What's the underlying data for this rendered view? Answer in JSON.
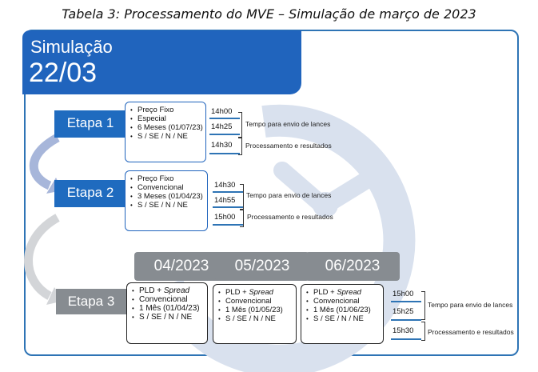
{
  "caption": "Tabela 3: Processamento do MVE – Simulação de março de 2023",
  "header": {
    "line1": "Simulação",
    "line2": "22/03"
  },
  "stages": [
    {
      "label": "Etapa 1",
      "items": [
        "Preço Fixo",
        "Especial",
        "6 Meses (01/07/23)",
        "S / SE / N / NE"
      ],
      "times": [
        "14h00",
        "14h25",
        "14h30"
      ]
    },
    {
      "label": "Etapa 2",
      "items": [
        "Preço Fixo",
        "Convencional",
        "3 Meses (01/04/23)",
        "S / SE / N / NE"
      ],
      "times": [
        "14h30",
        "14h55",
        "15h00"
      ]
    },
    {
      "label": "Etapa 3",
      "times": [
        "15h00",
        "15h25",
        "15h30"
      ]
    }
  ],
  "months": [
    {
      "label": "04/2023",
      "items": [
        "PLD + ",
        "Convencional",
        "1 Mês (01/04/23)",
        "S / SE / N / NE"
      ]
    },
    {
      "label": "05/2023",
      "items": [
        "PLD + ",
        "Convencional",
        "1 Mês (01/05/23)",
        "S / SE / N / NE"
      ]
    },
    {
      "label": "06/2023",
      "items": [
        "PLD + ",
        "Convencional",
        "1 Mês (01/06/23)",
        "S / SE / N / NE"
      ]
    }
  ],
  "spread_word": "Spread",
  "labels": {
    "bid_time": "Tempo para envio de lances",
    "processing": "Processamento e resultados"
  },
  "colors": {
    "primary": "#2064bd",
    "grey": "#878c91",
    "watermark": "#d9e1ee"
  }
}
